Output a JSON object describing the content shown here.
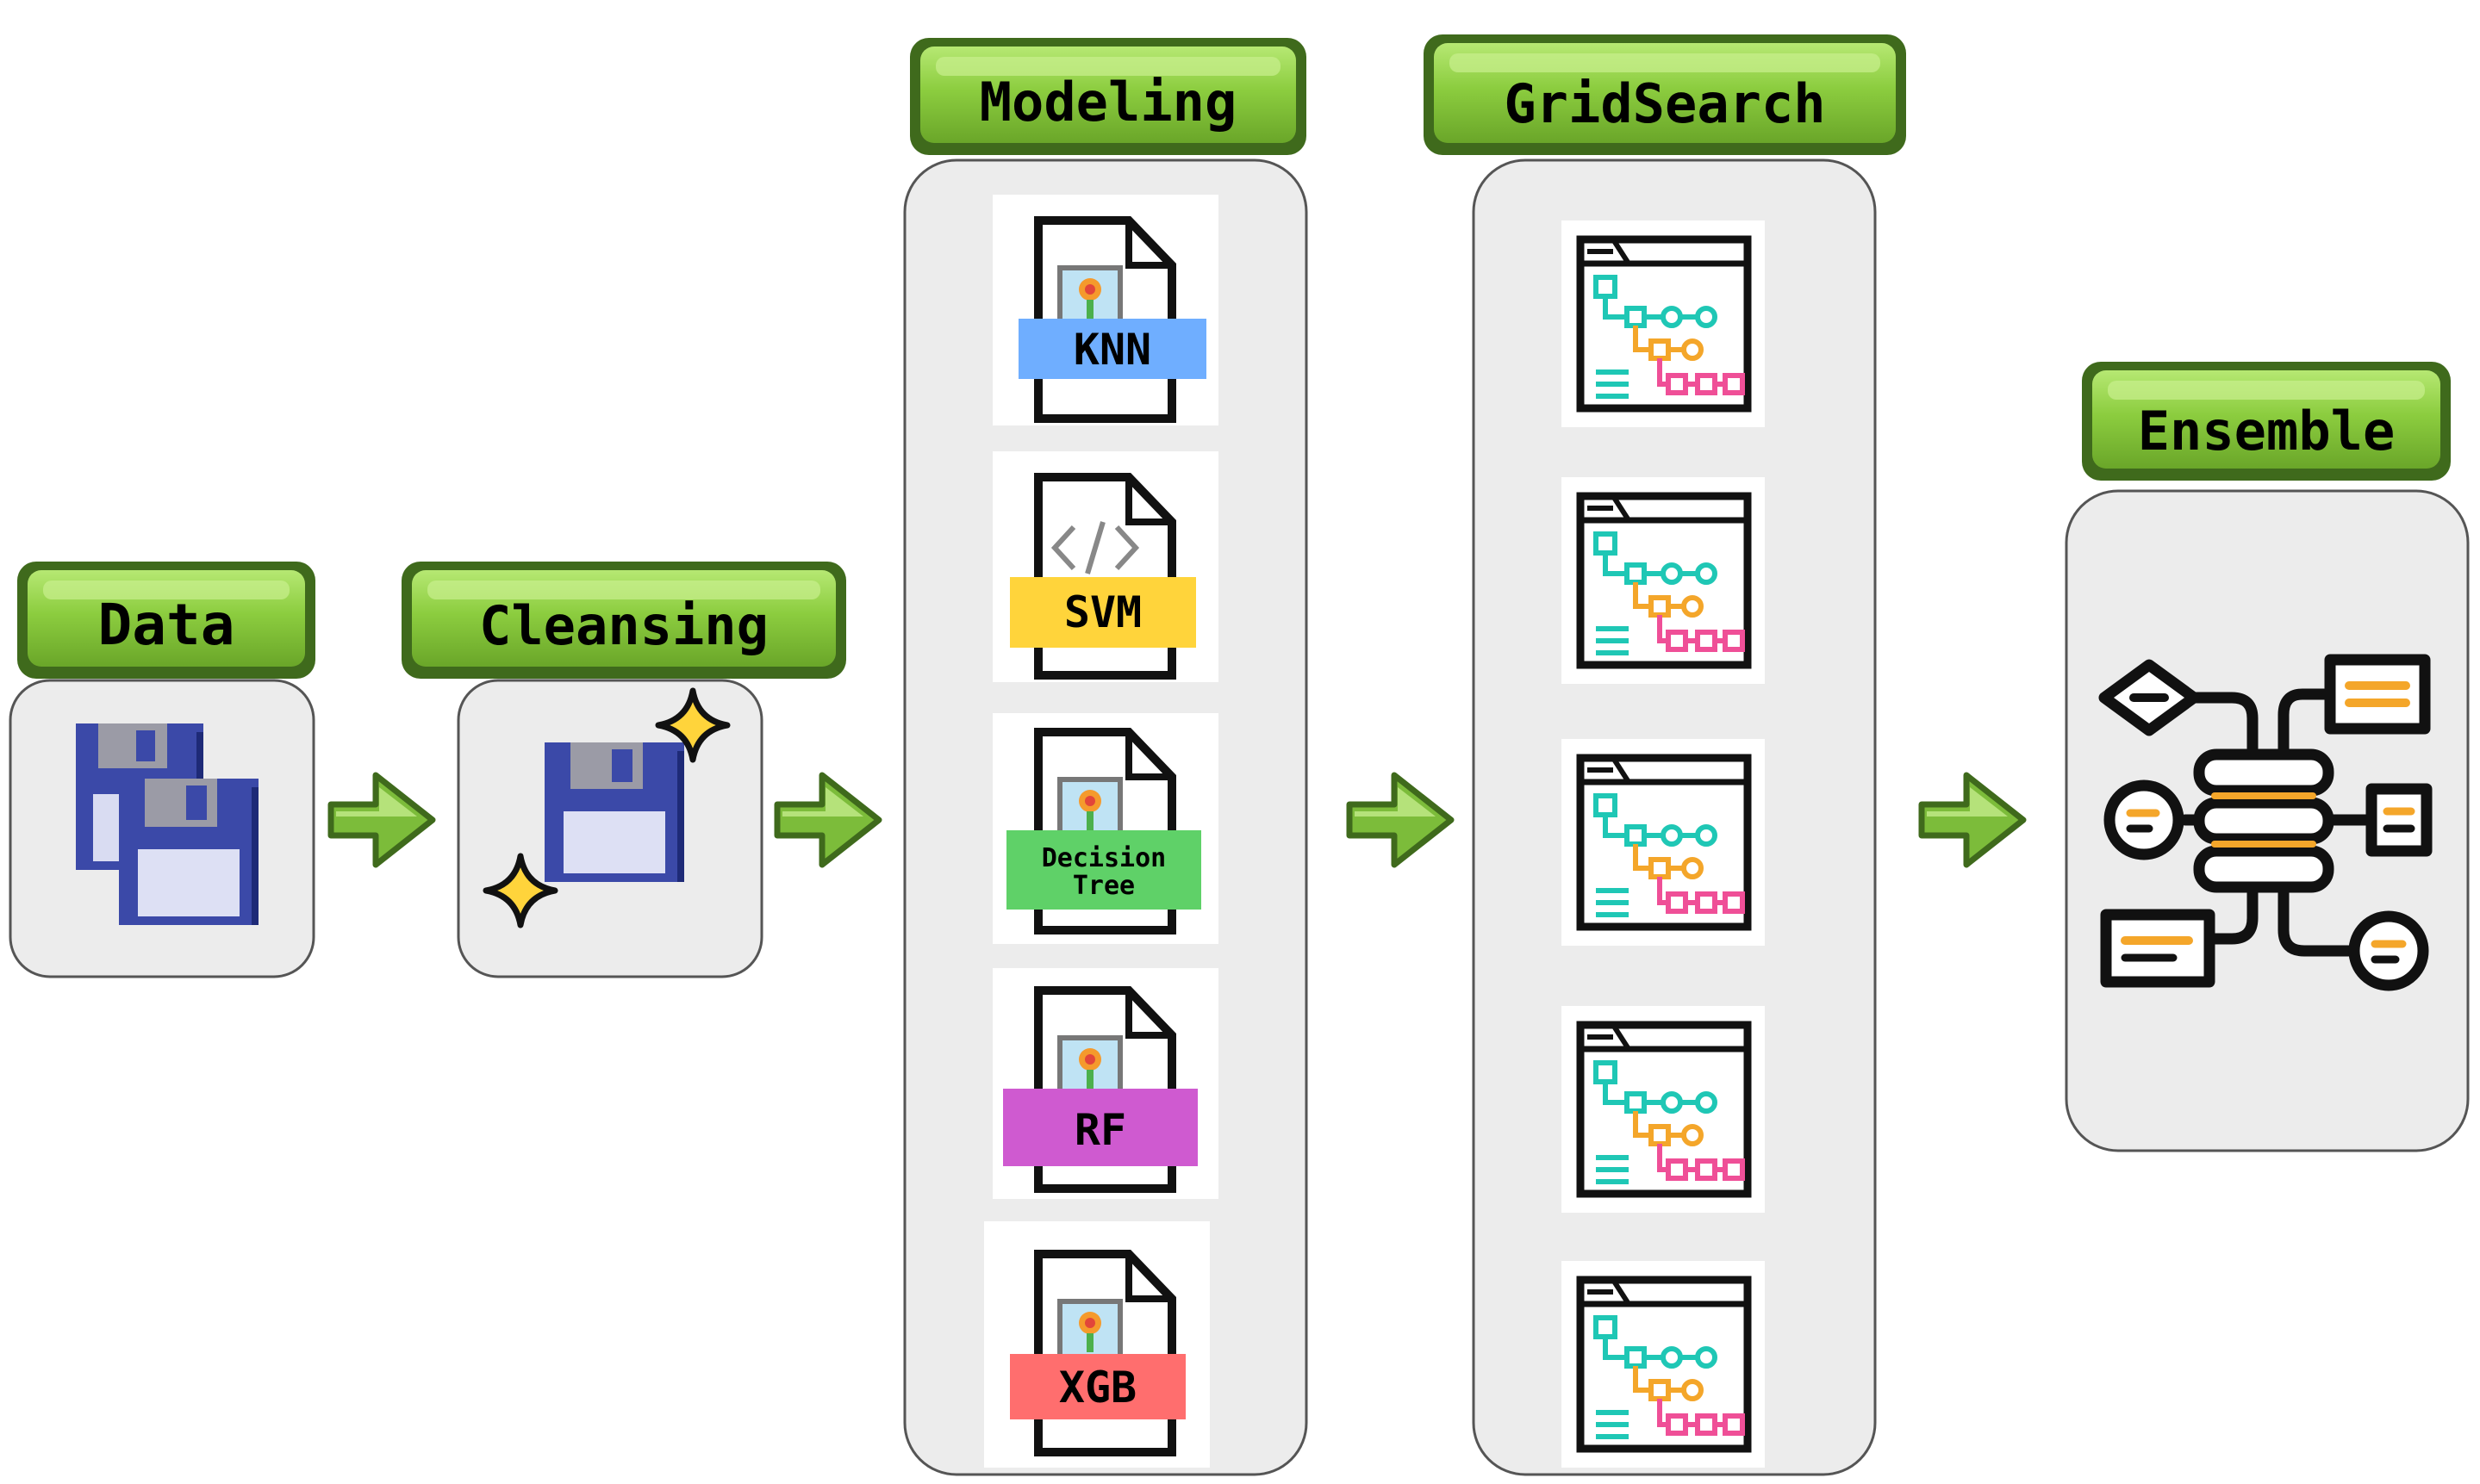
{
  "stages": {
    "data": "Data",
    "cleansing": "Cleansing",
    "modeling": "Modeling",
    "gridsearch": "GridSearch",
    "ensemble": "Ensemble"
  },
  "models": [
    {
      "label": "KNN",
      "color": "#6faeff",
      "icon": "image-file-icon"
    },
    {
      "label": "SVM",
      "color": "#ffd43b",
      "icon": "code-file-icon"
    },
    {
      "label_lines": [
        "Decision",
        "Tree"
      ],
      "color": "#5fd168",
      "icon": "image-file-icon"
    },
    {
      "label": "RF",
      "color": "#cf5ad0",
      "icon": "image-file-icon"
    },
    {
      "label": "XGB",
      "color": "#ff6e6e",
      "icon": "image-file-icon"
    }
  ],
  "colors": {
    "header_green": "#8ccd3f",
    "header_dark": "#3f6a1c",
    "arrow_green": "#7cbc3a",
    "panel_fill": "#ececec",
    "floppy_blue": "#3b49a8",
    "flow_teal": "#1fc7b5",
    "flow_orange": "#f4a62a",
    "flow_pink": "#ef4f97"
  }
}
